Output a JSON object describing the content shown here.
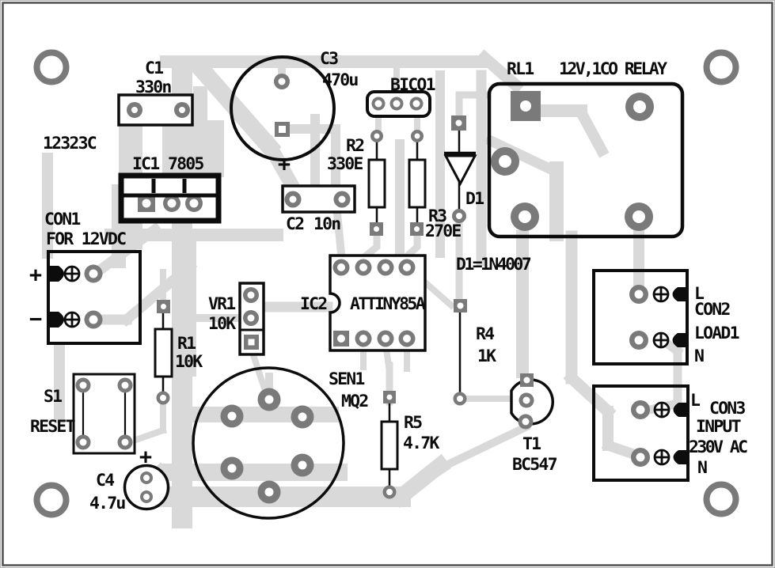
{
  "figure": {
    "type": "pcb-component-layout",
    "board_code": "12323C"
  },
  "colors": {
    "background": "#ffffff",
    "copper_trace": "#d9d9d9",
    "pad": "#7a7a7a",
    "silkscreen": "#0c0c0c",
    "frame": "#4f4f4f"
  },
  "components": {
    "c1": {
      "ref": "C1",
      "value": "330n"
    },
    "ic1": {
      "ref": "IC1",
      "value": "7805"
    },
    "c3": {
      "ref": "C3",
      "value": "470u",
      "polarity_mark": "+"
    },
    "c2": {
      "ref": "C2",
      "value": "10n"
    },
    "bico1": {
      "ref": "BICO1"
    },
    "r2": {
      "ref": "R2",
      "value": "330E"
    },
    "r3": {
      "ref": "R3",
      "value": "270E"
    },
    "d1": {
      "ref": "D1",
      "note": "D1=1N4007"
    },
    "rl1": {
      "ref": "RL1",
      "value": "12V,1CO RELAY"
    },
    "con1": {
      "ref": "CON1",
      "desc": "FOR 12VDC",
      "plus": "+",
      "minus": "−"
    },
    "r1": {
      "ref": "R1",
      "value": "10K"
    },
    "vr1": {
      "ref": "VR1",
      "value": "10K"
    },
    "ic2": {
      "ref": "IC2",
      "value": "ATTINY85A"
    },
    "r4": {
      "ref": "R4",
      "value": "1K"
    },
    "sen1": {
      "ref": "SEN1",
      "value": "MQ2"
    },
    "r5": {
      "ref": "R5",
      "value": "4.7K"
    },
    "s1": {
      "ref": "S1",
      "value": "RESET"
    },
    "c4": {
      "ref": "C4",
      "value": "4.7u",
      "polarity_mark": "+"
    },
    "t1": {
      "ref": "T1",
      "value": "BC547"
    },
    "con2": {
      "ref": "CON2",
      "desc": "LOAD1",
      "line": "L",
      "neutral": "N"
    },
    "con3": {
      "ref": "CON3",
      "desc_line1": "INPUT",
      "desc_line2": "230V AC",
      "line": "L",
      "neutral": "N"
    }
  }
}
